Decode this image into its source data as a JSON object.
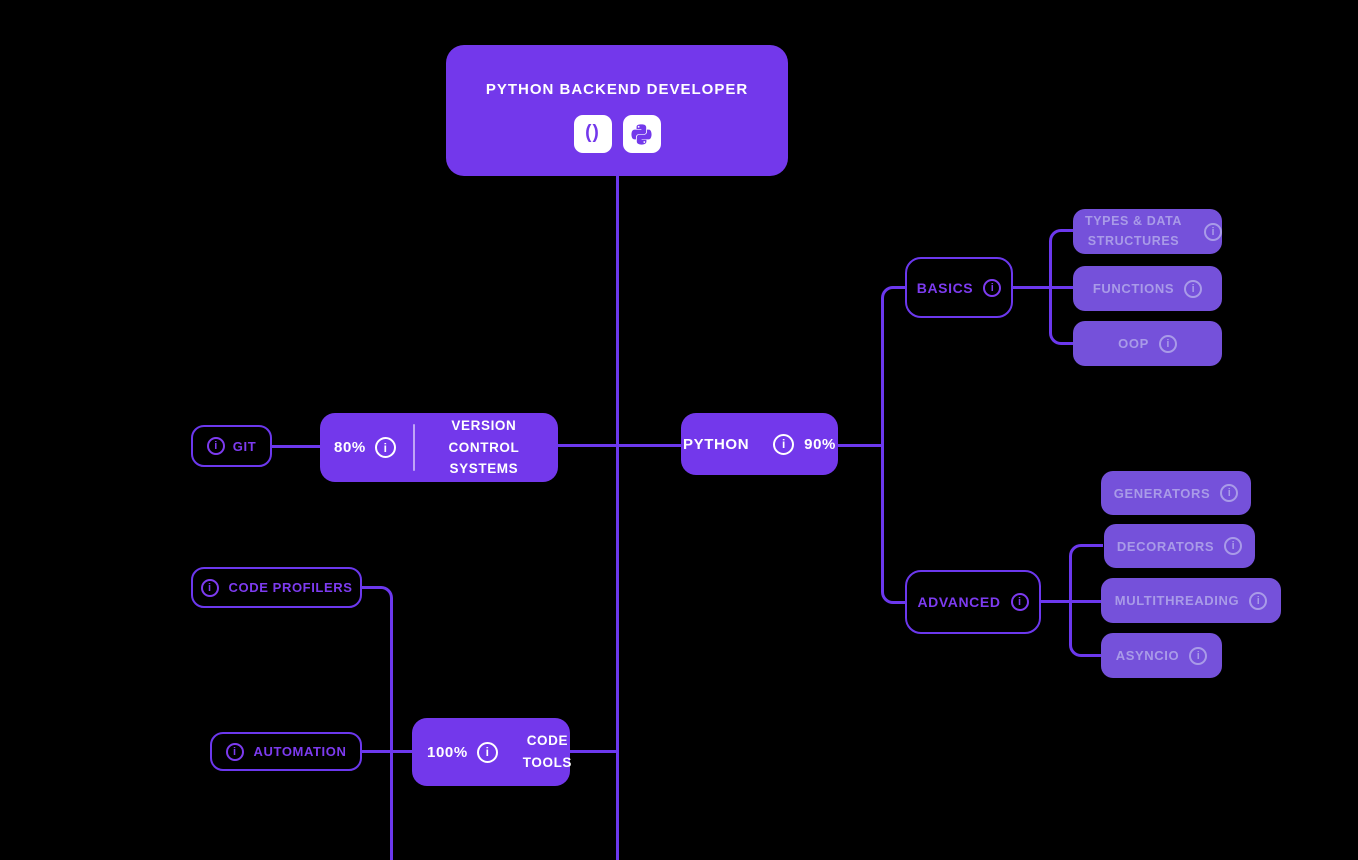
{
  "root": {
    "title": "PYTHON BACKEND DEVELOPER",
    "icons": [
      "code-brackets-icon",
      "python-icon"
    ]
  },
  "icons": {
    "info": "i",
    "brackets": "()"
  },
  "nodes": {
    "git": {
      "label": "GIT"
    },
    "version_control": {
      "percent": "80%",
      "label": "VERSION CONTROL SYSTEMS"
    },
    "python": {
      "label": "PYTHON",
      "percent": "90%"
    },
    "basics": {
      "label": "BASICS"
    },
    "types_data_structures": {
      "label": "TYPES & DATA STRUCTURES"
    },
    "functions": {
      "label": "FUNCTIONS"
    },
    "oop": {
      "label": "OOP"
    },
    "advanced": {
      "label": "ADVANCED"
    },
    "generators": {
      "label": "GENERATORS"
    },
    "decorators": {
      "label": "DECORATORS"
    },
    "multithreading": {
      "label": "MULTITHREADING"
    },
    "asyncio": {
      "label": "ASYNCIO"
    },
    "code_profilers": {
      "label": "CODE PROFILERS"
    },
    "automation": {
      "label": "AUTOMATION"
    },
    "code_tools": {
      "percent": "100%",
      "label": "CODE TOOLS"
    }
  },
  "colors": {
    "accent": "#7338EB",
    "line": "#6C38EE",
    "child-fill": "#7551DA",
    "child-text": "#A99BE8",
    "outline-text": "#7D3BF0",
    "white": "#FFFFFF"
  }
}
